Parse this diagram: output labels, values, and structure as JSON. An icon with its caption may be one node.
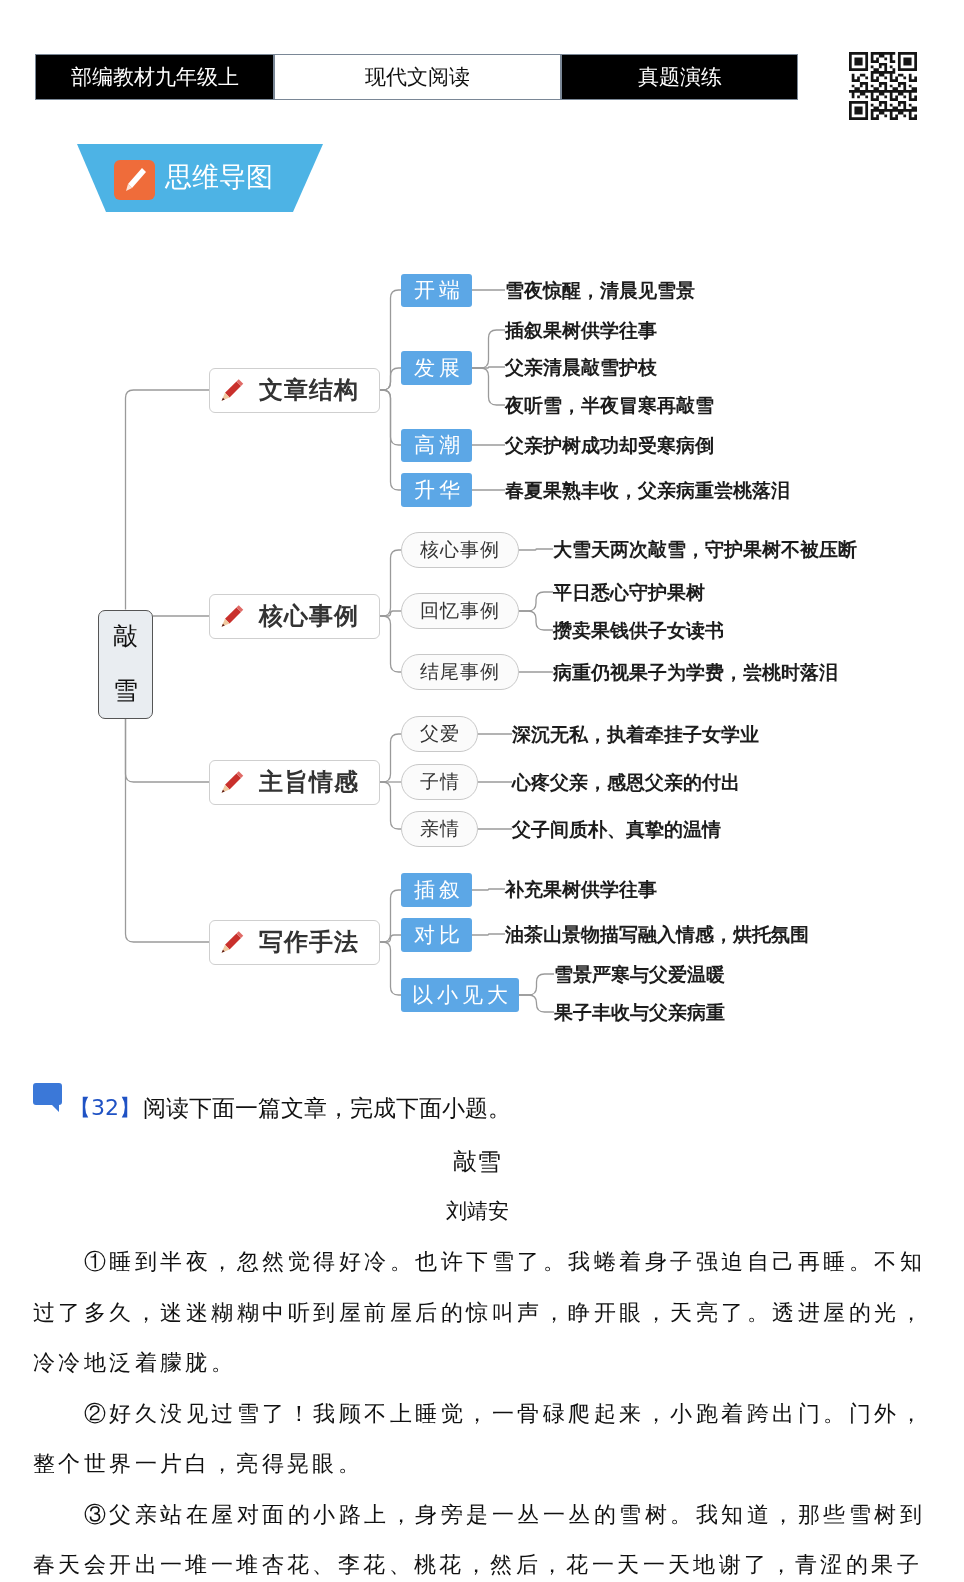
{
  "diagram": {
    "title": "思维导图",
    "nodes": [
      {
        "text": [
          "敲雪"
        ]
      },
      {
        "text": [
          "文章结构"
        ]
      },
      {
        "text": [
          "开端"
        ]
      },
      {
        "text": [
          "雪夜惊醒，清晨见雪景"
        ]
      },
      {
        "text": [
          "发展"
        ]
      },
      {
        "text": [
          "插叙果树供学往事"
        ]
      },
      {
        "text": [
          "父亲清晨敲雪护枝"
        ]
      },
      {
        "text": [
          "夜听雪，半夜冒寒再敲雪"
        ]
      },
      {
        "text": [
          "高潮"
        ]
      },
      {
        "text": [
          "父亲护树成功却受寒病倒"
        ]
      },
      {
        "text": [
          "升华"
        ]
      },
      {
        "text": [
          "春夏果熟丰收，父亲病重尝桃落泪"
        ]
      },
      {
        "text": [
          "核心事例"
        ]
      },
      {
        "text": [
          "核心事例"
        ]
      },
      {
        "text": [
          "大雪天两次敲雪，守护果树不被压断"
        ]
      },
      {
        "text": [
          "回忆事例"
        ]
      },
      {
        "text": [
          "平日悉心守护果树"
        ]
      },
      {
        "text": [
          "攒卖果钱供子女读书"
        ]
      },
      {
        "text": [
          "结尾事例"
        ]
      },
      {
        "text": [
          "病重仍视果子为学费，尝桃时落泪"
        ]
      },
      {
        "text": [
          "主旨情感"
        ]
      },
      {
        "text": [
          "父爱"
        ]
      },
      {
        "text": [
          "深沉无私，执着牵挂子女学业"
        ]
      },
      {
        "text": [
          "子情"
        ]
      },
      {
        "text": [
          "心疼父亲，感恩父亲的付出"
        ]
      },
      {
        "text": [
          "亲情"
        ]
      },
      {
        "text": [
          "父子间质朴、真挚的温情"
        ]
      },
      {
        "text": [
          "写作手法"
        ]
      },
      {
        "text": [
          "插叙"
        ]
      },
      {
        "text": [
          "补充果树供学往事"
        ]
      },
      {
        "text": [
          "对比"
        ]
      },
      {
        "text": [
          "油茶山景物描写融入情感，烘托氛围"
        ]
      },
      {
        "text": [
          "以小见大"
        ]
      },
      {
        "text": [
          "雪景严寒与父爱温暖"
        ]
      },
      {
        "text": [
          "果子丰收与父亲病重"
        ]
      }
    ],
    "edges": [
      {
        "from": 0,
        "to": 1,
        "arrow": "none"
      },
      {
        "from": 0,
        "to": 12,
        "arrow": "none"
      },
      {
        "from": 0,
        "to": 20,
        "arrow": "none"
      },
      {
        "from": 0,
        "to": 27,
        "arrow": "none"
      },
      {
        "from": 1,
        "to": 2,
        "arrow": "none"
      },
      {
        "from": 1,
        "to": 4,
        "arrow": "none"
      },
      {
        "from": 1,
        "to": 8,
        "arrow": "none"
      },
      {
        "from": 1,
        "to": 10,
        "arrow": "none"
      },
      {
        "from": 2,
        "to": 3,
        "arrow": "none"
      },
      {
        "from": 4,
        "to": 5,
        "arrow": "none"
      },
      {
        "from": 4,
        "to": 6,
        "arrow": "none"
      },
      {
        "from": 4,
        "to": 7,
        "arrow": "none"
      },
      {
        "from": 8,
        "to": 9,
        "arrow": "none"
      },
      {
        "from": 10,
        "to": 11,
        "arrow": "none"
      },
      {
        "from": 12,
        "to": 13,
        "arrow": "none"
      },
      {
        "from": 12,
        "to": 15,
        "arrow": "none"
      },
      {
        "from": 12,
        "to": 18,
        "arrow": "none"
      },
      {
        "from": 13,
        "to": 14,
        "arrow": "none"
      },
      {
        "from": 15,
        "to": 16,
        "arrow": "none"
      },
      {
        "from": 15,
        "to": 17,
        "arrow": "none"
      },
      {
        "from": 18,
        "to": 19,
        "arrow": "none"
      },
      {
        "from": 20,
        "to": 21,
        "arrow": "none"
      },
      {
        "from": 20,
        "to": 23,
        "arrow": "none"
      },
      {
        "from": 20,
        "to": 25,
        "arrow": "none"
      },
      {
        "from": 21,
        "to": 22,
        "arrow": "none"
      },
      {
        "from": 23,
        "to": 24,
        "arrow": "none"
      },
      {
        "from": 25,
        "to": 26,
        "arrow": "none"
      },
      {
        "from": 27,
        "to": 28,
        "arrow": "none"
      },
      {
        "from": 27,
        "to": 30,
        "arrow": "none"
      },
      {
        "from": 27,
        "to": 32,
        "arrow": "none"
      },
      {
        "from": 28,
        "to": 29,
        "arrow": "none"
      },
      {
        "from": 30,
        "to": 31,
        "arrow": "none"
      },
      {
        "from": 32,
        "to": 33,
        "arrow": "none"
      },
      {
        "from": 32,
        "to": 34,
        "arrow": "none"
      }
    ],
    "labels": [
      "部编教材九年级上",
      "现代文阅读",
      "真题演练",
      "【32】",
      "阅读下面一篇文章，完成下面小题。",
      "敲雪",
      "刘靖安",
      "①睡到半夜，忽然觉得好冷。也许下雪了。我蜷着身子强迫自己再睡。不知过了多久，迷迷糊糊中听到屋前屋后的惊叫声，睁开眼，天亮了。透进屋的光，冷冷地泛着朦胧。",
      "②好久没见过雪了！我顾不上睡觉，一骨碌爬起来，小跑着跨出门。门外，整个世界一片白，亮得晃眼。",
      "③父亲站在屋对面的小路上，身旁是一丛一丛的雪树。我知道，那些雪树到春天会开出一堆一堆杏花、李花、桃花，然后，花一天一天地谢了，青涩的果子"
    ]
  }
}
